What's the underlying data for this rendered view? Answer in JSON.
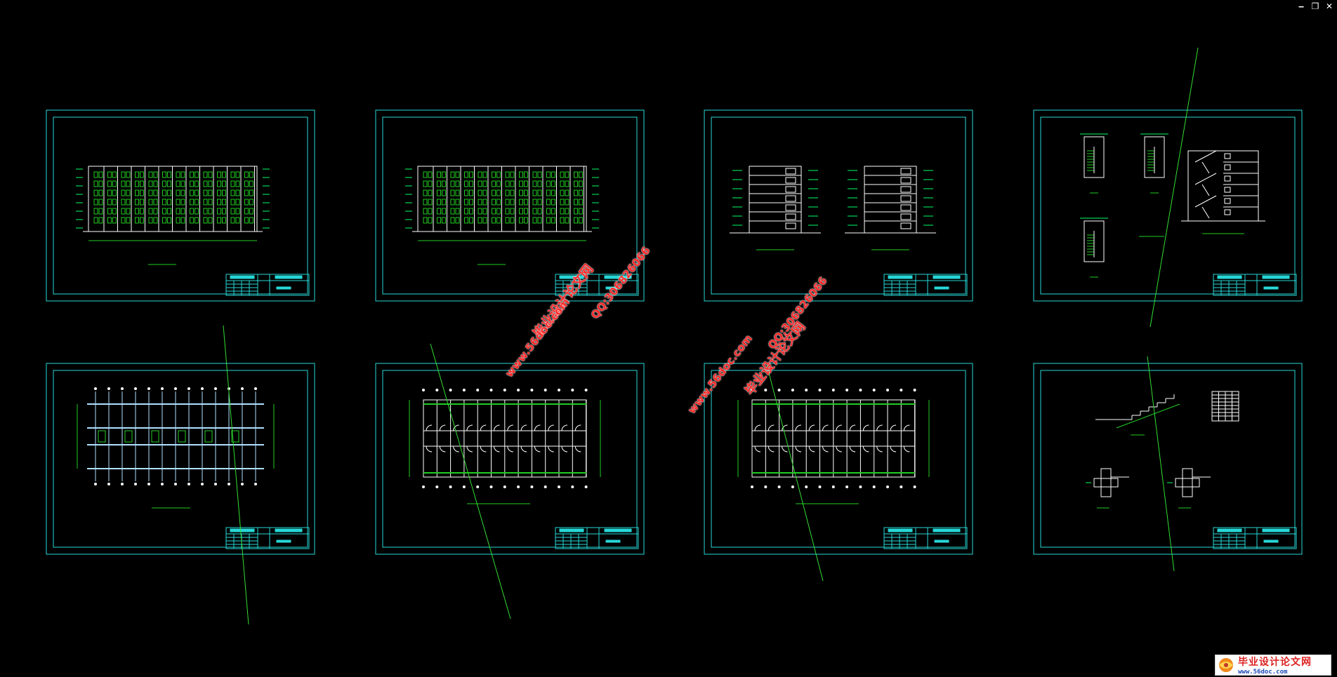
{
  "window": {
    "controls": {
      "minimize": "‒",
      "restore": "❐",
      "close": "✕"
    }
  },
  "colors": {
    "background": "#000000",
    "frame": "#27d7d7",
    "linework": "#ffffff",
    "accent_green": "#22cc22",
    "dimension": "#00ff66",
    "title_block": "#27d7d7"
  },
  "sheets": [
    {
      "id": "sheet-1",
      "kind": "elevation-long"
    },
    {
      "id": "sheet-2",
      "kind": "elevation-long"
    },
    {
      "id": "sheet-3",
      "kind": "elevation-side"
    },
    {
      "id": "sheet-4",
      "kind": "stair-details"
    },
    {
      "id": "sheet-5",
      "kind": "plan-structure"
    },
    {
      "id": "sheet-6",
      "kind": "plan-floor"
    },
    {
      "id": "sheet-7",
      "kind": "plan-floor"
    },
    {
      "id": "sheet-8",
      "kind": "details"
    }
  ],
  "watermarks": [
    {
      "text": "毕业设计论文网"
    },
    {
      "text": "QQ:306826066"
    },
    {
      "text": "www.56doc.com"
    },
    {
      "text": "毕业设计论文网"
    },
    {
      "text": "QQ:306826066"
    },
    {
      "text": "www.56doc.com"
    }
  ],
  "logo": {
    "text": "毕业设计论文网",
    "url": "www.56doc.com"
  }
}
